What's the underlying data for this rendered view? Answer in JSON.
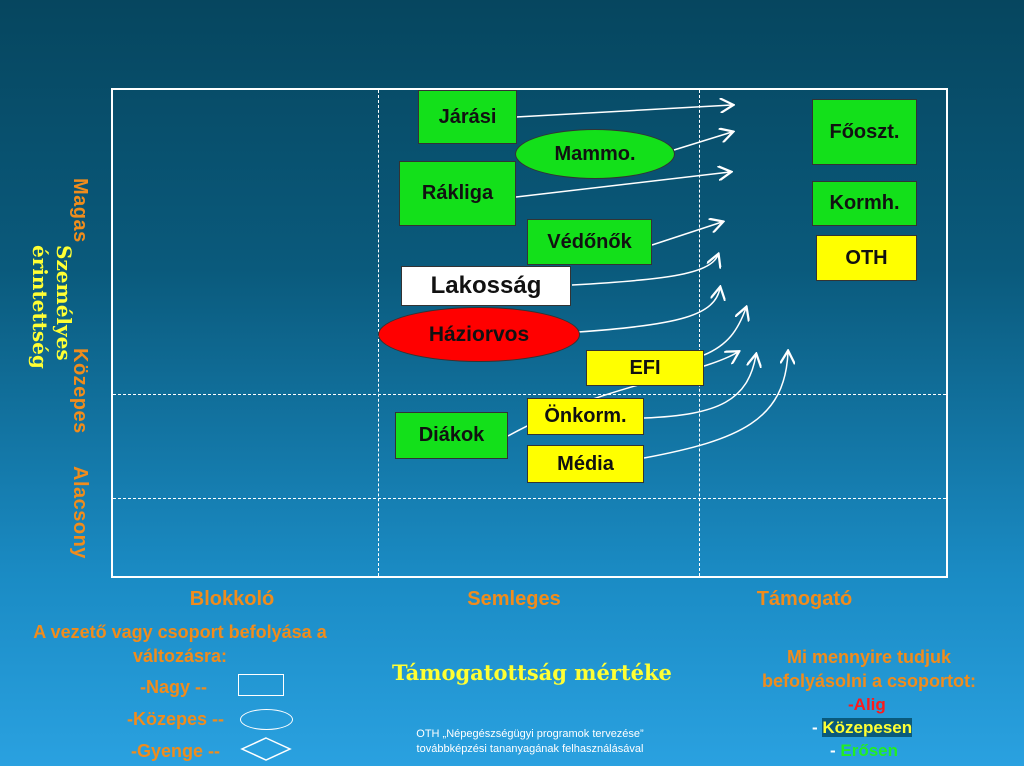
{
  "y_axis": {
    "title": "Személyes érintettség",
    "levels": [
      "Magas",
      "Közepes",
      "Alacsony"
    ]
  },
  "x_axis": {
    "title": "Támogatottság  mértéke",
    "levels": [
      "Blokkoló",
      "Semleges",
      "Támogató"
    ]
  },
  "nodes": {
    "jarasi": "Járási",
    "mammo": "Mammo.",
    "rakliga": "Rákliga",
    "vedonok": "Védőnők",
    "lakossag": "Lakosság",
    "haziorvos": "Háziorvos",
    "efi": "EFI",
    "diakok": "Diákok",
    "onkorm": "Önkorm.",
    "media": "Média",
    "fooszt": "Főoszt.",
    "kormh": "Kormh.",
    "oth": "OTH"
  },
  "legend": {
    "title": "A vezető vagy csoport befolyása a változásra:",
    "items": [
      "-Nagy  --",
      "-Közepes --",
      "-Gyenge --"
    ]
  },
  "right_legend": {
    "title": "Mi mennyire tudjuk befolyásolni a csoportot:",
    "alig": "-Alig",
    "kozepesen_prefix": "- ",
    "kozepesen": "Közepesen",
    "erosen_prefix": "- ",
    "erosen": "Erősen"
  },
  "credit": {
    "line1": "OTH „Népegészségügyi programok tervezése”",
    "line2": "továbbképzési tananyagának felhasználásával"
  },
  "colors": {
    "strong": "#13e01a",
    "medium": "#ffff00",
    "weak": "#ff0000",
    "axis_label": "#f08c1c",
    "title": "#ffff33"
  }
}
